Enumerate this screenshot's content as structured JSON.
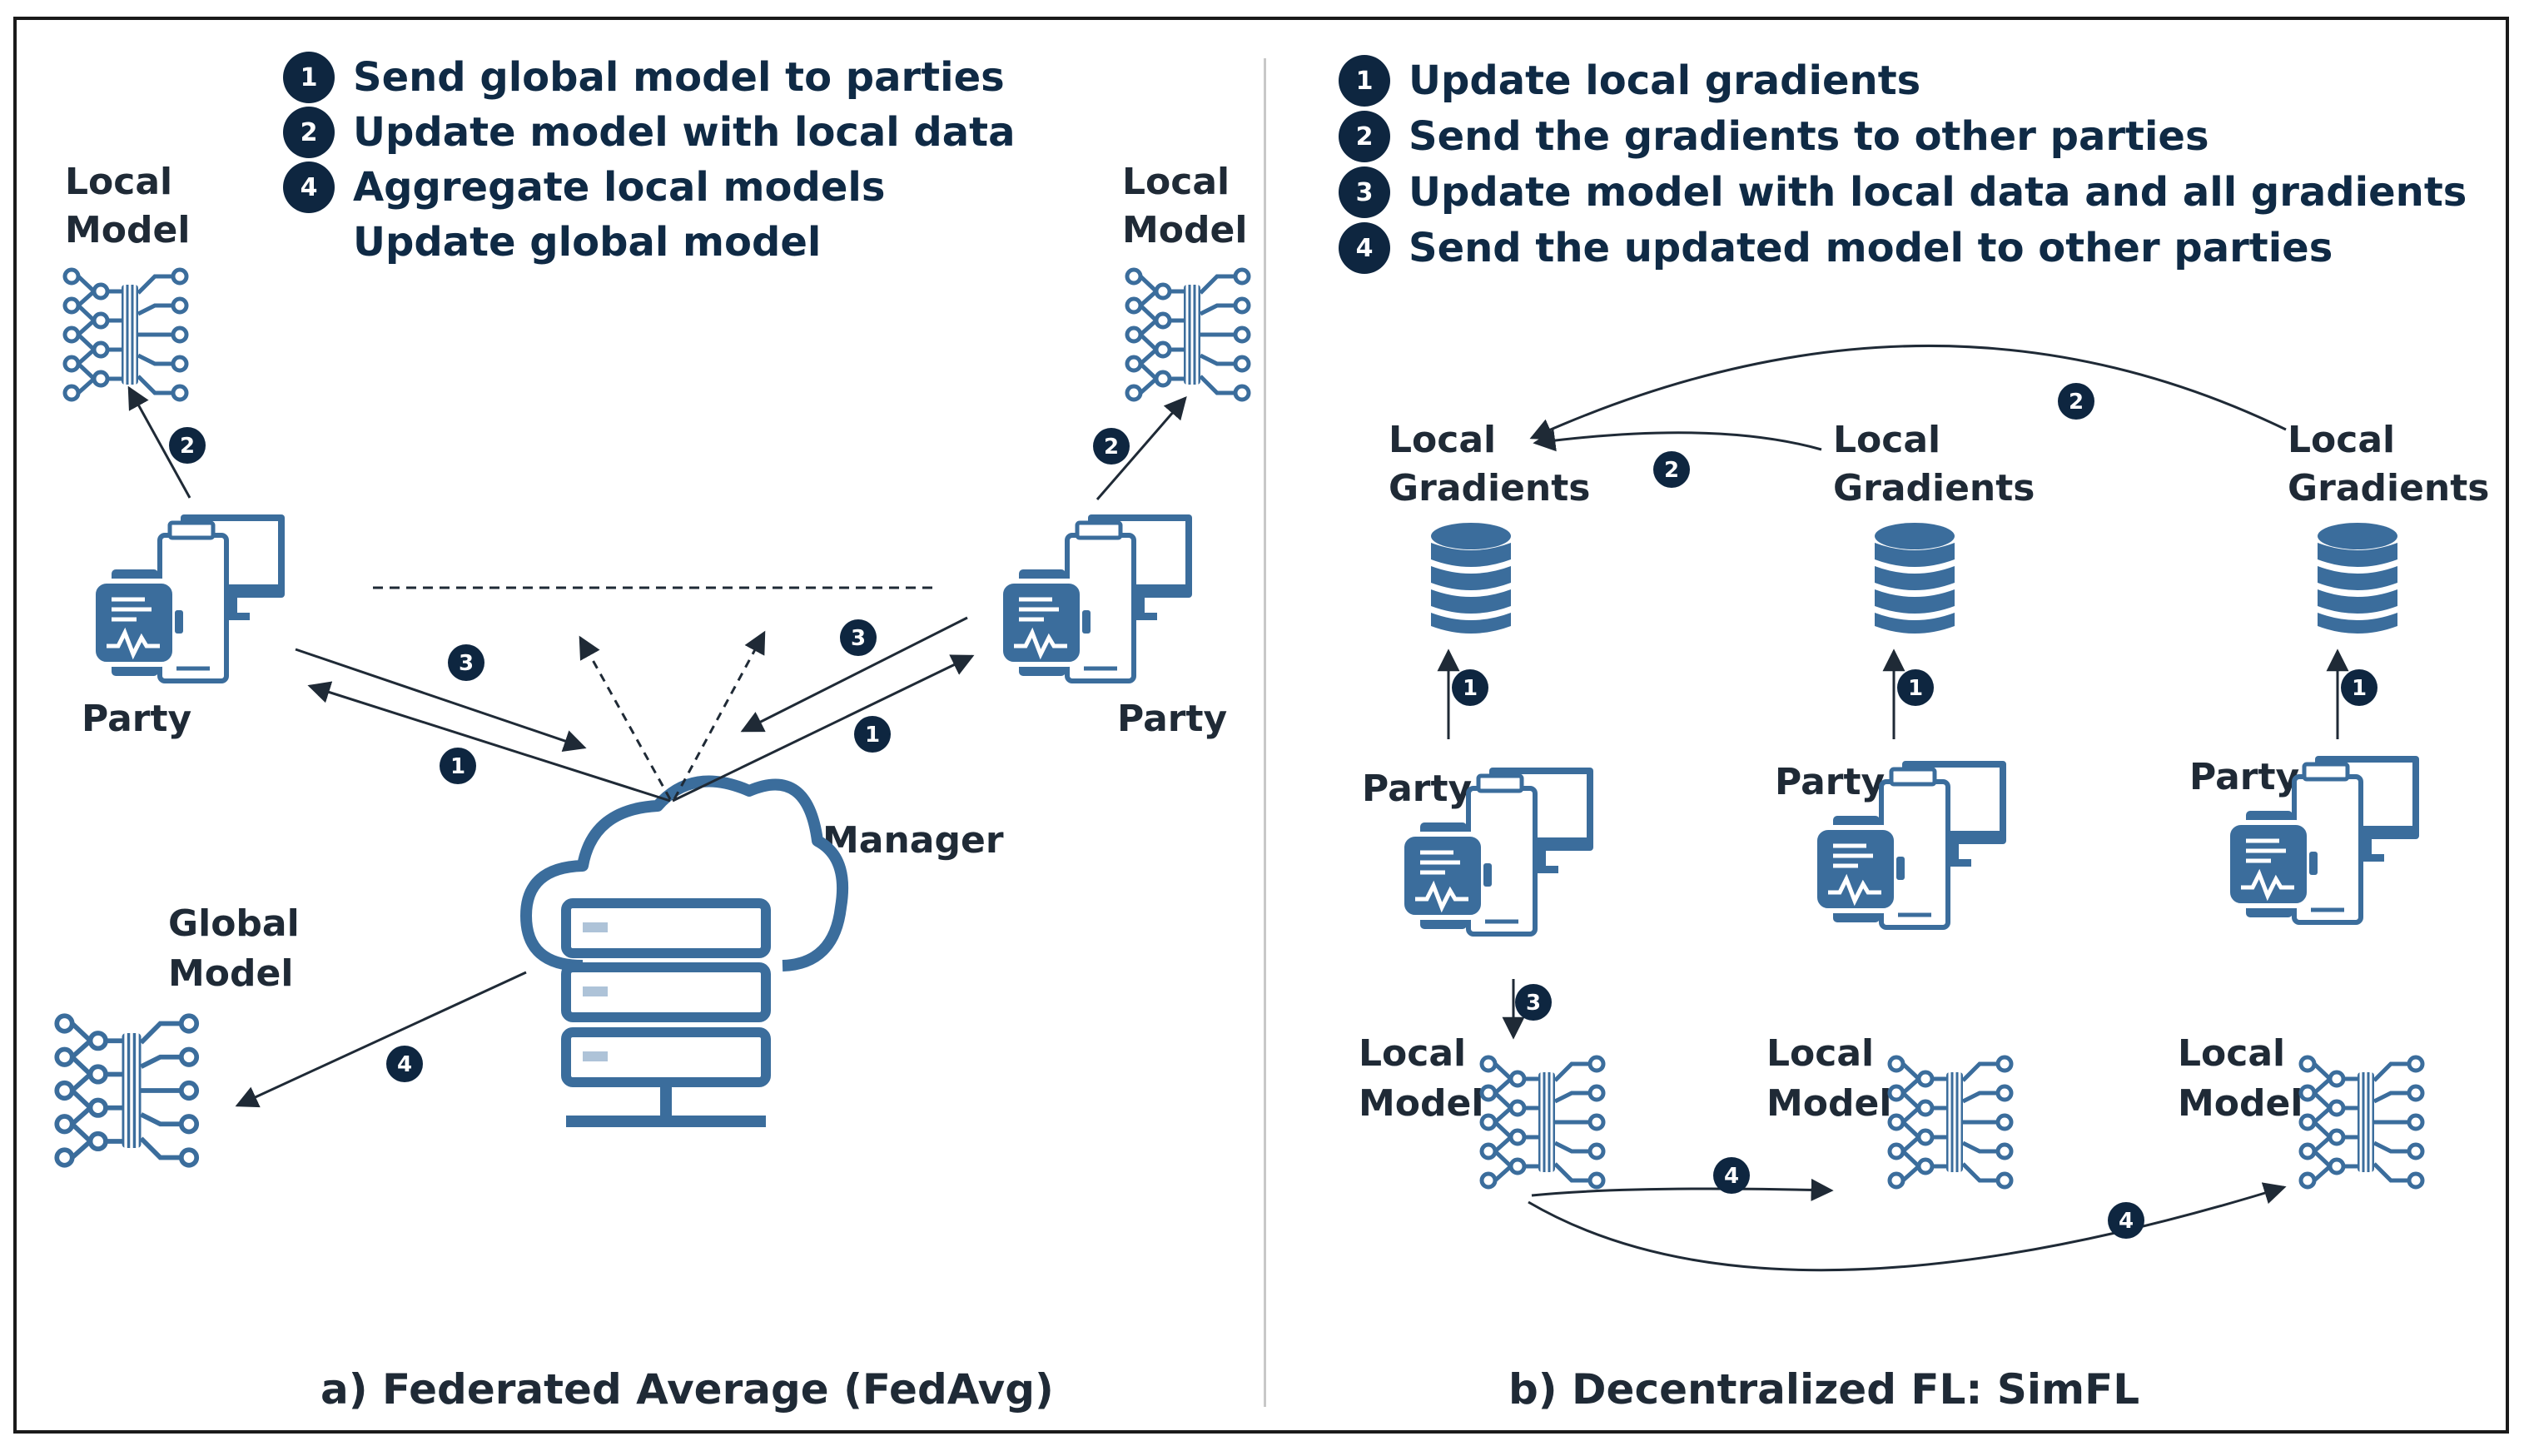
{
  "left": {
    "legend": [
      {
        "num": "1",
        "text": "Send global model to parties"
      },
      {
        "num": "2",
        "text": "Update model with local data"
      },
      {
        "num": "4",
        "text": "Aggregate local models"
      },
      {
        "num": "",
        "text": "Update global model"
      }
    ],
    "local_model_left": [
      "Local",
      "Model"
    ],
    "local_model_right": [
      "Local",
      "Model"
    ],
    "party_left": "Party",
    "party_right": "Party",
    "manager": "Manager",
    "global_model": [
      "Global",
      "Model"
    ],
    "caption": "a) Federated Average (FedAvg)"
  },
  "right": {
    "legend": [
      {
        "num": "1",
        "text": "Update local gradients"
      },
      {
        "num": "2",
        "text": "Send the gradients to other parties"
      },
      {
        "num": "3",
        "text": "Update model with local data and all gradients"
      },
      {
        "num": "4",
        "text": "Send the updated model to other parties"
      }
    ],
    "gradients": [
      [
        "Local",
        "Gradients"
      ],
      [
        "Local",
        "Gradients"
      ],
      [
        "Local",
        "Gradients"
      ]
    ],
    "parties": [
      "Party",
      "Party",
      "Party"
    ],
    "local_models": [
      [
        "Local",
        "Model"
      ],
      [
        "Local",
        "Model"
      ],
      [
        "Local",
        "Model"
      ]
    ],
    "caption": "b) Decentralized FL: SimFL"
  },
  "badges": [
    "1",
    "2",
    "3",
    "4"
  ],
  "colors": {
    "icon_blue": "#3b6d9c",
    "dark_navy": "#0e2640",
    "text": "#1f2a36"
  }
}
